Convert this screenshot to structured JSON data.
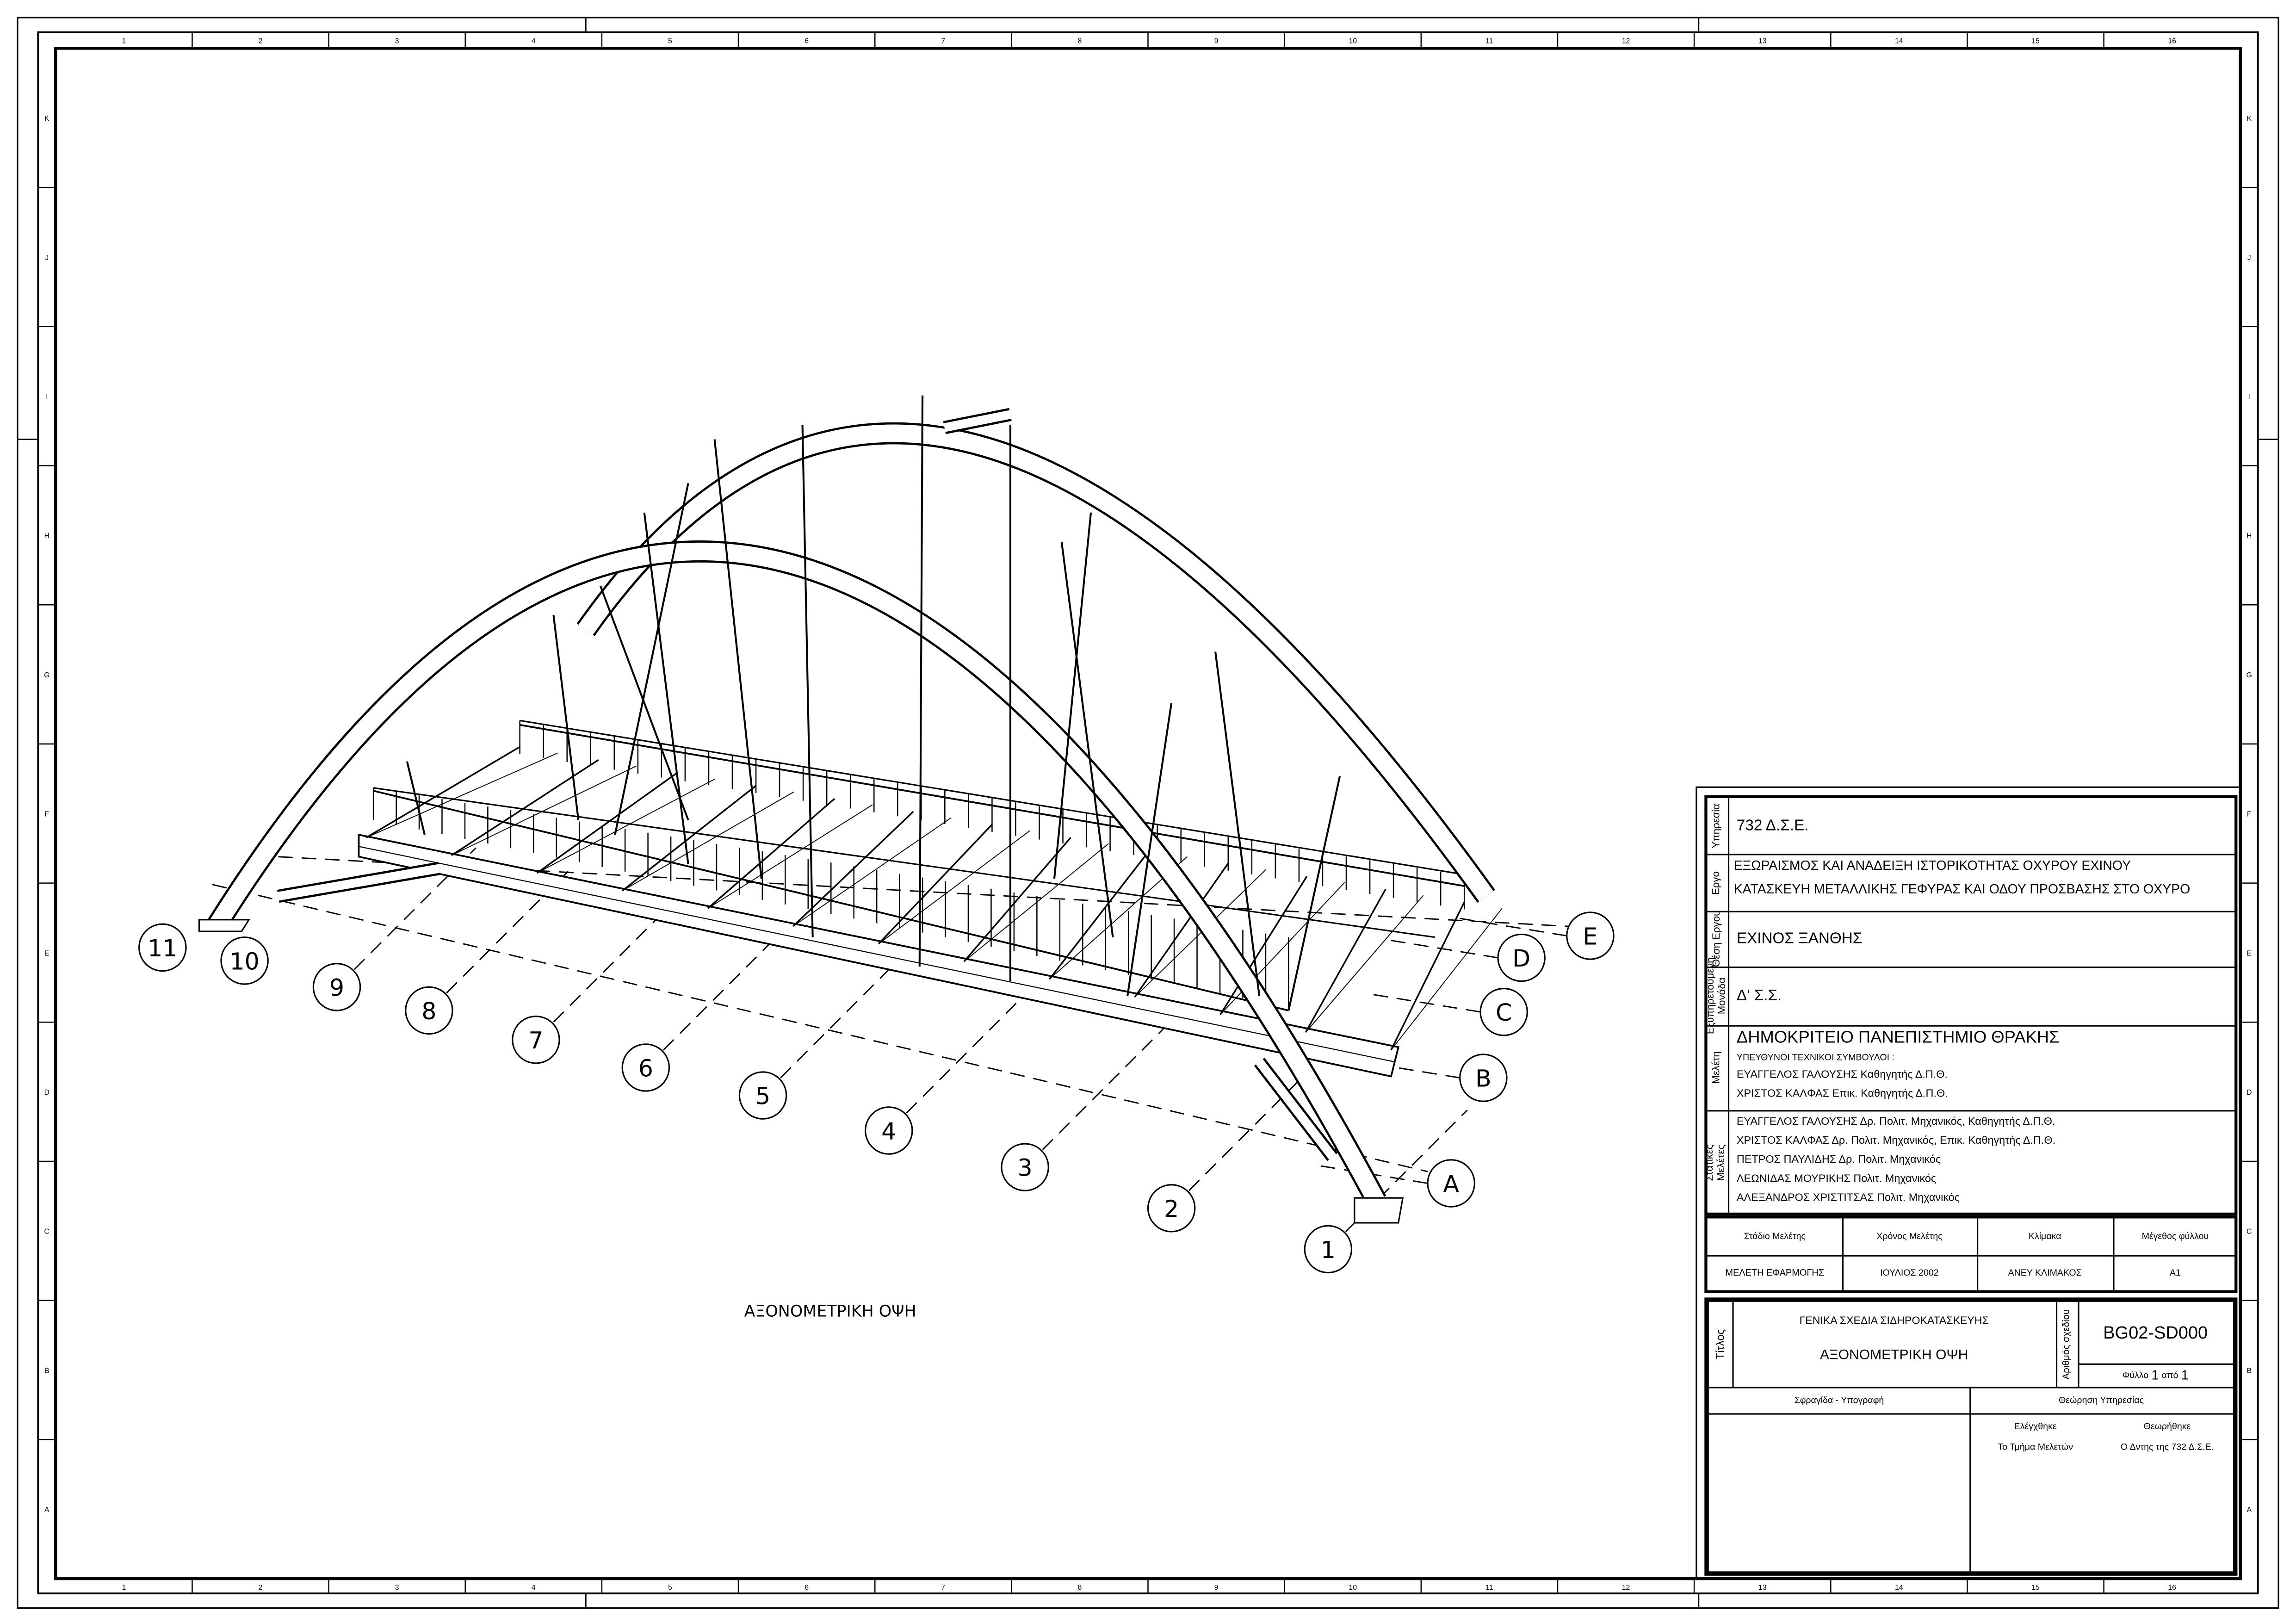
{
  "border": {
    "columns": [
      "1",
      "2",
      "3",
      "4",
      "5",
      "6",
      "7",
      "8",
      "9",
      "10",
      "11",
      "12",
      "13",
      "14",
      "15",
      "16"
    ],
    "rows": [
      "K",
      "J",
      "I",
      "H",
      "G",
      "F",
      "E",
      "D",
      "C",
      "B",
      "A"
    ]
  },
  "drawing": {
    "caption": "ΑΞΟΝΟΜΕΤΡΙΚΗ ΟΨΗ",
    "axis_numbers": [
      "11",
      "10",
      "9",
      "8",
      "7",
      "6",
      "5",
      "4",
      "3",
      "2",
      "1"
    ],
    "axis_letters": [
      "E",
      "D",
      "C",
      "B",
      "A"
    ]
  },
  "title_block": {
    "service": {
      "label": "Υπηρεσία",
      "value": "732 Δ.Σ.Ε."
    },
    "project": {
      "label": "Εργο",
      "line1": "ΕΞΩΡΑΙΣΜΟΣ ΚΑΙ ΑΝΑΔΕΙΞΗ ΙΣΤΟΡΙΚΟΤΗΤΑΣ ΟΧΥΡΟΥ ΕΧΙΝΟΥ",
      "line2": "ΚΑΤΑΣΚΕΥΗ ΜΕΤΑΛΛΙΚΗΣ ΓΕΦΥΡΑΣ ΚΑΙ ΟΔΟΥ ΠΡΟΣΒΑΣΗΣ ΣΤΟ ΟΧΥΡΟ"
    },
    "location": {
      "label": "Θέση Εργου",
      "value": "ΕΧΙΝΟΣ ΞΑΝΘΗΣ"
    },
    "unit": {
      "label1": "Εξυπηρετούμενη",
      "label2": "Μονάδα",
      "value": "Δ' Σ.Σ."
    },
    "study": {
      "label": "Μελέτη",
      "org": "ΔΗΜΟΚΡΙΤΕΙΟ ΠΑΝΕΠΙΣΤΗΜΙΟ ΘΡΑΚΗΣ",
      "subtitle": "ΥΠΕΥΘΥΝΟΙ ΤΕΧΝΙΚΟΙ ΣΥΜΒΟΥΛΟΙ :",
      "people": [
        "ΕΥΑΓΓΕΛΟΣ ΓΑΛΟΥΣΗΣ Καθηγητής Δ.Π.Θ.",
        "ΧΡΙΣΤΟΣ ΚΑΛΦΑΣ Επικ. Καθηγητής Δ.Π.Θ."
      ]
    },
    "static": {
      "label1": "Στατικές",
      "label2": "Μελέτες",
      "people": [
        "ΕΥΑΓΓΕΛΟΣ ΓΑΛΟΥΣΗΣ Δρ. Πολιτ. Μηχανικός, Καθηγητής Δ.Π.Θ.",
        "ΧΡΙΣΤΟΣ ΚΑΛΦΑΣ Δρ. Πολιτ. Μηχανικός, Επικ. Καθηγητής Δ.Π.Θ.",
        "ΠΕΤΡΟΣ ΠΑΥΛΙΔΗΣ Δρ. Πολιτ. Μηχανικός",
        "ΛΕΩΝΙΔΑΣ ΜΟΥΡΙΚΗΣ Πολιτ. Μηχανικός",
        "ΑΛΕΞΑΝΔΡΟΣ ΧΡΙΣΤΙΤΣΑΣ Πολιτ. Μηχανικός"
      ]
    },
    "info": {
      "headers": [
        "Στάδιο Μελέτης",
        "Χρόνος Μελέτης",
        "Κλίμακα",
        "Μέγεθος φύλλου"
      ],
      "values": [
        "ΜΕΛΕΤΗ ΕΦΑΡΜΟΓΗΣ",
        "ΙΟΥΛΙΟΣ  2002",
        "ΑΝΕΥ ΚΛΙΜΑΚΟΣ",
        "Α1"
      ]
    },
    "title": {
      "label": "Τίτλος",
      "line1": "ΓΕΝΙΚΑ ΣΧΕΔΙΑ ΣΙΔΗΡΟΚΑΤΑΣΚΕΥΗΣ",
      "line2": "ΑΞΟΝΟΜΕΤΡΙΚΗ ΟΨΗ"
    },
    "drawing_no": {
      "label": "Αριθμός σχεδίου",
      "value": "BG02-SD000",
      "sheet_word": "Φύλλο",
      "sheet": "1",
      "of_word": "από",
      "total": "1"
    },
    "stamp_label": "Σφραγίδα - Υπογραφή",
    "review_label": "Θεώρηση Υπηρεσίας",
    "checked": {
      "label": "Ελέγχθηκε",
      "by": "Το Τμήμα Μελετών"
    },
    "reviewed": {
      "label": "Θεωρήθηκε",
      "by": "Ο Δντης της 732 Δ.Σ.Ε."
    }
  }
}
